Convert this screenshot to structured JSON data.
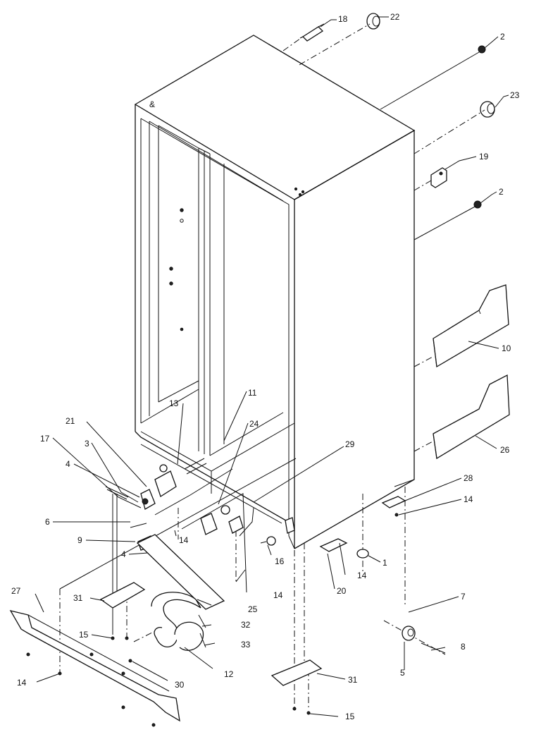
{
  "callouts": [
    {
      "id": "c18",
      "text": "18"
    },
    {
      "id": "c22",
      "text": "22"
    },
    {
      "id": "c2a",
      "text": "2"
    },
    {
      "id": "c23",
      "text": "23"
    },
    {
      "id": "c19",
      "text": "19"
    },
    {
      "id": "c2b",
      "text": "2"
    },
    {
      "id": "c10",
      "text": "10"
    },
    {
      "id": "c26",
      "text": "26"
    },
    {
      "id": "c11",
      "text": "11"
    },
    {
      "id": "c24",
      "text": "24"
    },
    {
      "id": "c29",
      "text": "29"
    },
    {
      "id": "c13",
      "text": "13"
    },
    {
      "id": "c21",
      "text": "21"
    },
    {
      "id": "c17",
      "text": "17"
    },
    {
      "id": "c3",
      "text": "3"
    },
    {
      "id": "c4a",
      "text": "4"
    },
    {
      "id": "c6",
      "text": "6"
    },
    {
      "id": "c9",
      "text": "9"
    },
    {
      "id": "c4b",
      "text": "4"
    },
    {
      "id": "c14a",
      "text": "14"
    },
    {
      "id": "c28",
      "text": "28"
    },
    {
      "id": "c14b",
      "text": "14"
    },
    {
      "id": "c1",
      "text": "1"
    },
    {
      "id": "c14c",
      "text": "14"
    },
    {
      "id": "c16",
      "text": "16"
    },
    {
      "id": "c14d",
      "text": "14"
    },
    {
      "id": "c20",
      "text": "20"
    },
    {
      "id": "c7",
      "text": "7"
    },
    {
      "id": "c8",
      "text": "8"
    },
    {
      "id": "c5",
      "text": "5"
    },
    {
      "id": "c27",
      "text": "27"
    },
    {
      "id": "c31a",
      "text": "31"
    },
    {
      "id": "c25",
      "text": "25"
    },
    {
      "id": "c32",
      "text": "32"
    },
    {
      "id": "c15a",
      "text": "15"
    },
    {
      "id": "c33",
      "text": "33"
    },
    {
      "id": "c12",
      "text": "12"
    },
    {
      "id": "c30",
      "text": "30"
    },
    {
      "id": "c14e",
      "text": "14"
    },
    {
      "id": "c31b",
      "text": "31"
    },
    {
      "id": "c15b",
      "text": "15"
    }
  ]
}
